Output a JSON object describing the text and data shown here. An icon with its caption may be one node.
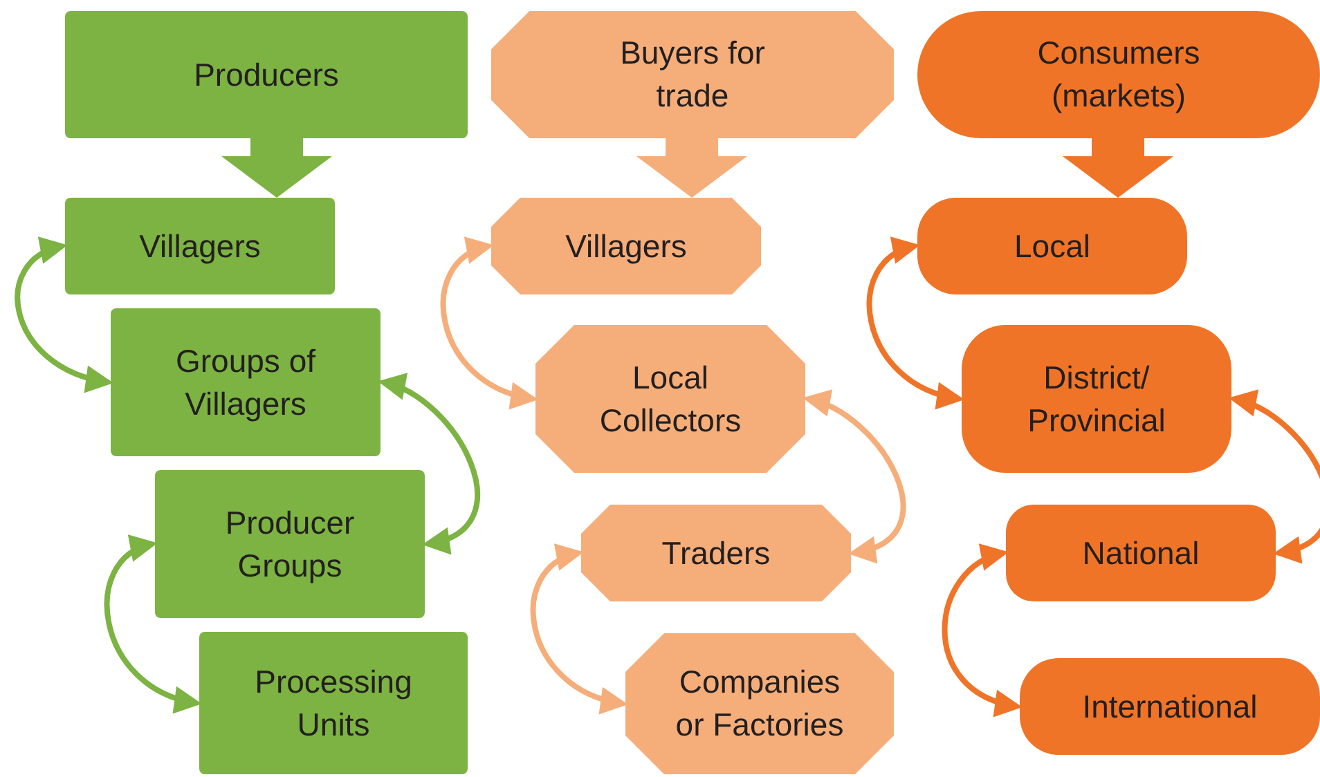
{
  "diagram": {
    "nodes": [
      {
        "text": [
          "Producers"
        ]
      },
      {
        "text": [
          "Villagers"
        ]
      },
      {
        "text": [
          "Groups of Villagers"
        ]
      },
      {
        "text": [
          "Producer Groups"
        ]
      },
      {
        "text": [
          "Processing Units"
        ]
      },
      {
        "text": [
          "Buyers for trade"
        ]
      },
      {
        "text": [
          "Villagers"
        ]
      },
      {
        "text": [
          "Local Collectors"
        ]
      },
      {
        "text": [
          "Traders"
        ]
      },
      {
        "text": [
          "Companies or Factories"
        ]
      },
      {
        "text": [
          "Consumers (markets)"
        ]
      },
      {
        "text": [
          "Local"
        ]
      },
      {
        "text": [
          "District/ Provincial"
        ]
      },
      {
        "text": [
          "National"
        ]
      },
      {
        "text": [
          "International"
        ]
      }
    ],
    "edges": [
      {
        "from": 0,
        "to": 1,
        "arrow": "to",
        "style": "thick",
        "color": "#7cb342"
      },
      {
        "from": 1,
        "to": 2,
        "arrow": "both",
        "color": "#7cb342"
      },
      {
        "from": 2,
        "to": 3,
        "arrow": "both",
        "color": "#7cb342"
      },
      {
        "from": 3,
        "to": 4,
        "arrow": "both",
        "color": "#7cb342"
      },
      {
        "from": 5,
        "to": 6,
        "arrow": "to",
        "style": "thick",
        "color": "#f5ae7a"
      },
      {
        "from": 6,
        "to": 7,
        "arrow": "both",
        "color": "#f5ae7a"
      },
      {
        "from": 7,
        "to": 8,
        "arrow": "both",
        "color": "#f5ae7a"
      },
      {
        "from": 8,
        "to": 9,
        "arrow": "both",
        "color": "#f5ae7a"
      },
      {
        "from": 10,
        "to": 11,
        "arrow": "to",
        "style": "thick",
        "color": "#f07427"
      },
      {
        "from": 11,
        "to": 12,
        "arrow": "both",
        "color": "#f07427"
      },
      {
        "from": 12,
        "to": 13,
        "arrow": "both",
        "color": "#f07427"
      },
      {
        "from": 13,
        "to": 14,
        "arrow": "both",
        "color": "#f07427"
      }
    ]
  }
}
